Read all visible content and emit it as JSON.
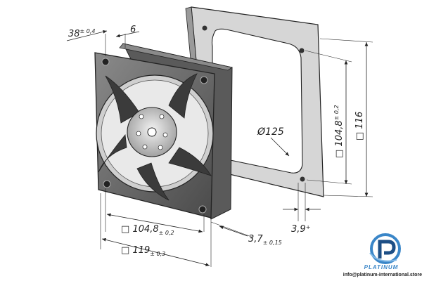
{
  "dimensions": {
    "depth": {
      "value": "38",
      "tol": "± 0,4"
    },
    "flange": {
      "value": "6"
    },
    "hole_pitch_bottom": {
      "prefix": "□",
      "value": "104,8",
      "tol": "± 0,2"
    },
    "size_bottom": {
      "prefix": "□",
      "value": "119",
      "tol": "± 0,3"
    },
    "mount_hole": {
      "value": "3,7",
      "tol": "± 0,15"
    },
    "gasket_hole": {
      "value": "3,9",
      "tol": "+"
    },
    "opening_diameter": {
      "prefix": "Ø",
      "value": "125"
    },
    "hole_pitch_right": {
      "prefix": "□",
      "value": "104,8",
      "tol": "± 0,2"
    },
    "size_right": {
      "prefix": "□",
      "value": "116"
    }
  },
  "brand": {
    "name": "PLATINUM",
    "email": "info@platinum-international.store"
  },
  "colors": {
    "line": "#222222",
    "fan_frame": "#6a6a6a",
    "fan_dark": "#3b3b3b",
    "gasket": "#d6d6d6",
    "logo_blue": "#3a86c8"
  }
}
